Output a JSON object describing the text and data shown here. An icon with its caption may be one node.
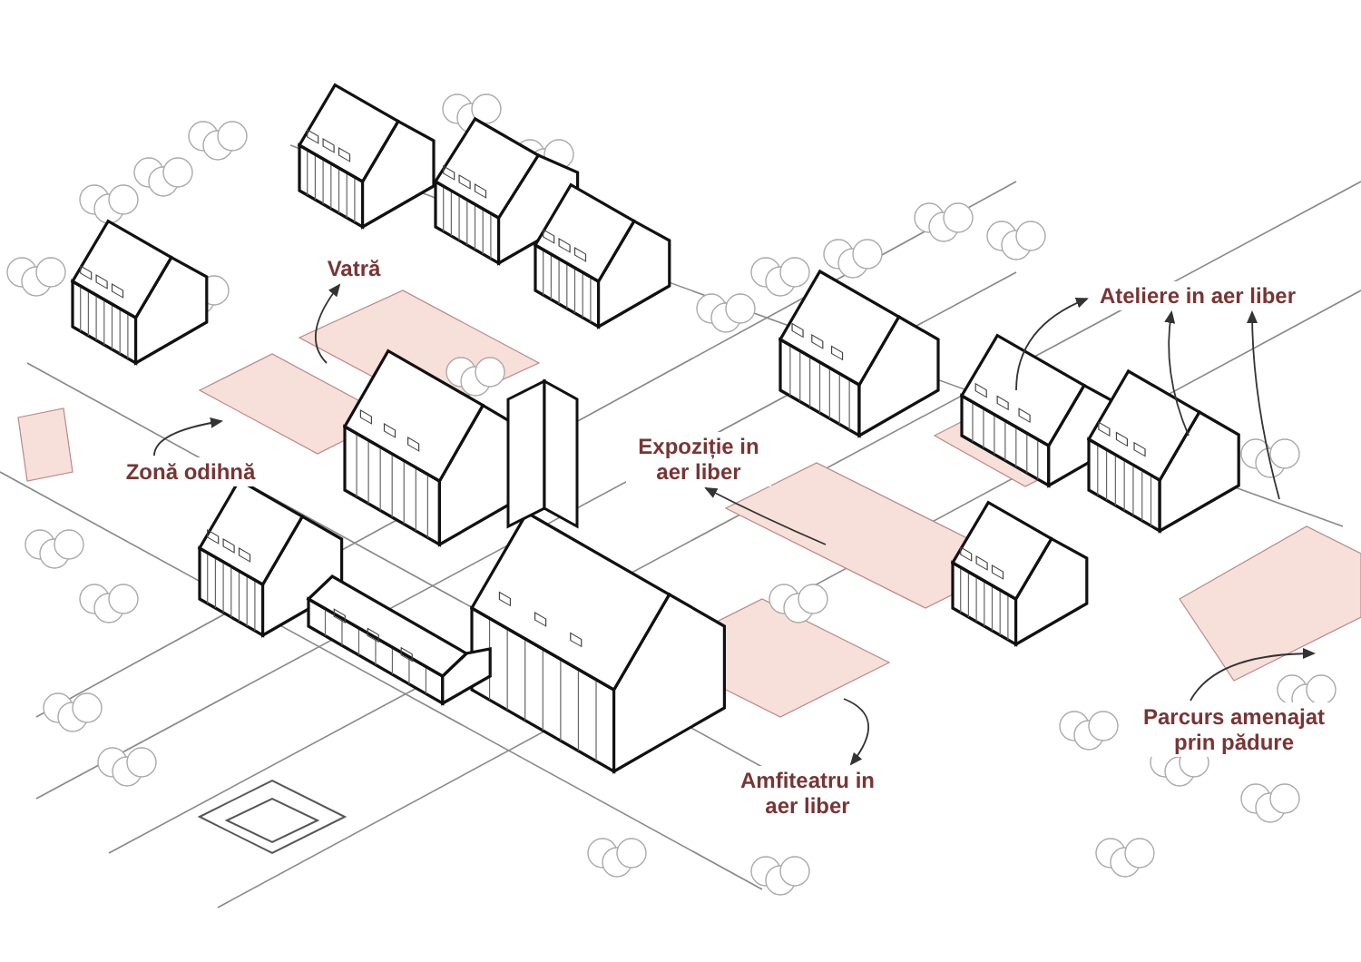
{
  "diagram": {
    "nodes": [
      {
        "text": [
          "Vatră"
        ]
      },
      {
        "text": [
          "Zonă odihnă"
        ]
      },
      {
        "text": [
          "Ateliere in aer liber"
        ]
      },
      {
        "text": [
          "Expoziție in aer liber"
        ]
      },
      {
        "text": [
          "Parcurs amenajat prin pădure"
        ]
      },
      {
        "text": [
          "Amfiteatru in aer liber"
        ]
      }
    ],
    "edges": [
      {
        "from": null,
        "to": 0,
        "arrow": "to"
      },
      {
        "from": 1,
        "to": null,
        "arrow": "to"
      },
      {
        "from": null,
        "to": 2,
        "arrow": "to"
      },
      {
        "from": null,
        "to": 2,
        "arrow": "to"
      },
      {
        "from": null,
        "to": 2,
        "arrow": "to"
      },
      {
        "from": null,
        "to": 3,
        "arrow": "to"
      },
      {
        "from": null,
        "to": 5,
        "arrow": "to"
      },
      {
        "from": 4,
        "to": null,
        "arrow": "to"
      }
    ]
  }
}
